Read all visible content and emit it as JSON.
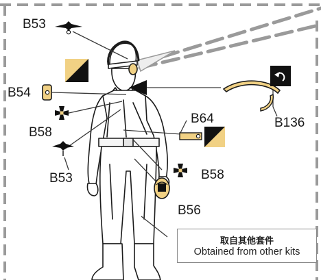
{
  "parts": [
    {
      "id": "b53-top",
      "label": "B53",
      "icon": "eagle-icon"
    },
    {
      "id": "b54",
      "label": "B54",
      "icon": "tag-icon"
    },
    {
      "id": "b58-left",
      "label": "B58",
      "icon": "iron-cross-icon"
    },
    {
      "id": "b53-chest",
      "label": "B53",
      "icon": "eagle-icon"
    },
    {
      "id": "b64",
      "label": "B64",
      "icon": "bar-icon"
    },
    {
      "id": "b58-right",
      "label": "B58",
      "icon": "iron-cross-icon"
    },
    {
      "id": "b56",
      "label": "B56",
      "icon": "wreath-badge-icon"
    },
    {
      "id": "b136",
      "label": "B136",
      "icon": "headphone-band-icon"
    }
  ],
  "note": {
    "zh": "取自其他套件",
    "en": "Obtained from other kits"
  },
  "colors": {
    "part_fill": "#f1d184",
    "line": "#3a3a3a",
    "frame": "#9a9a9a",
    "swatch_dark": "#111111"
  }
}
